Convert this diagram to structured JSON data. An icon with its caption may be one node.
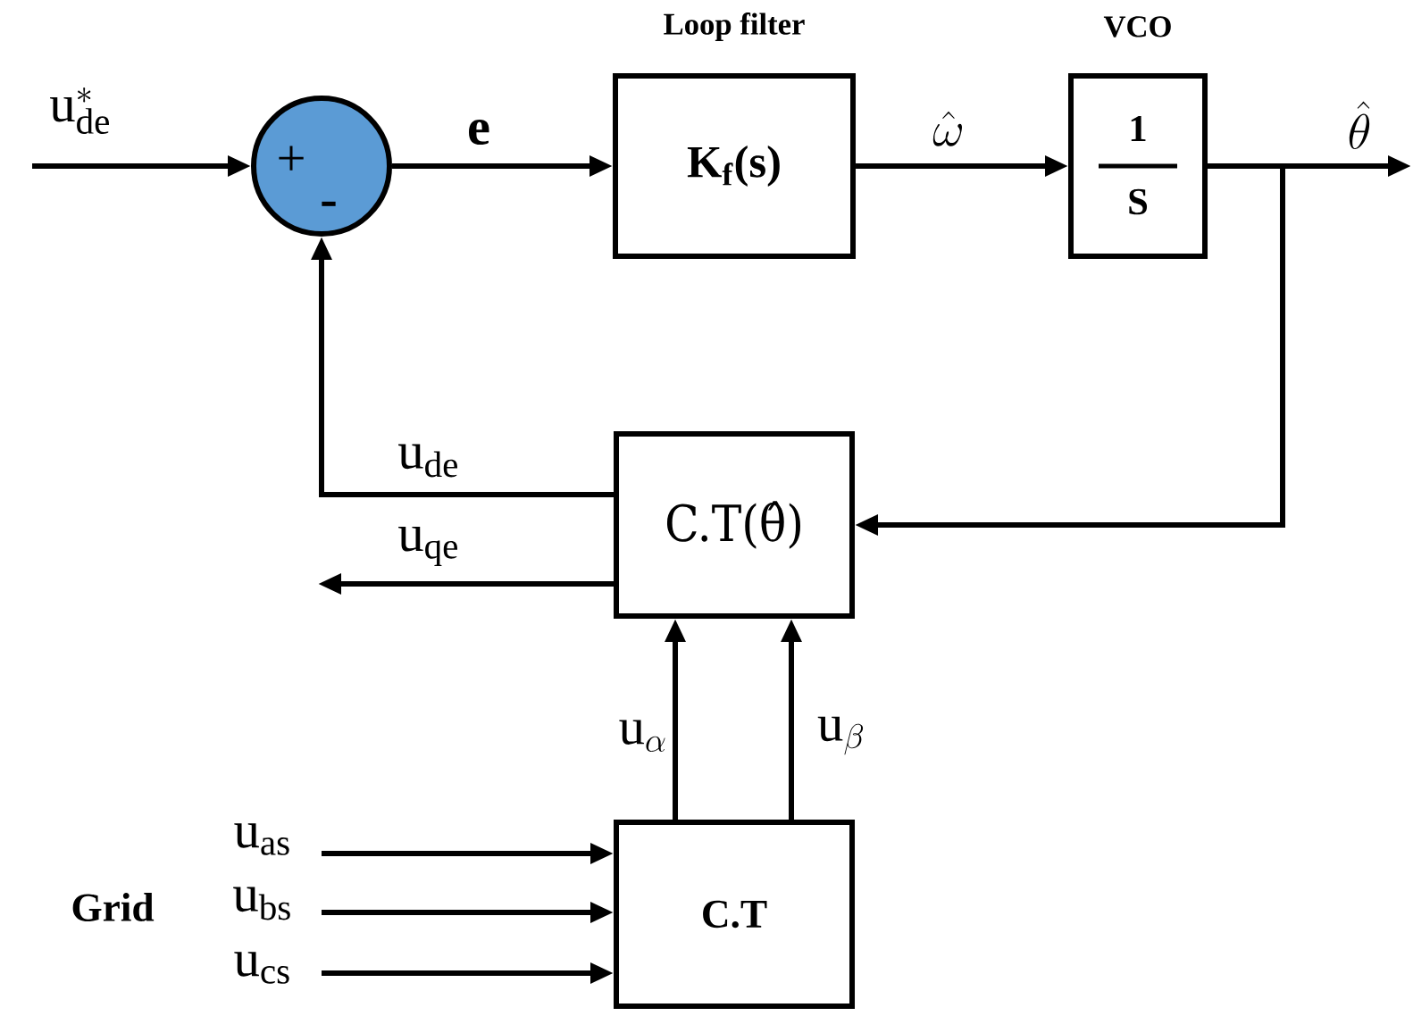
{
  "diagram": {
    "nodes": [
      {
        "text": [
          "+",
          "-"
        ]
      },
      {
        "text": [
          "Loop filter",
          "K$_{f}$(s)"
        ]
      },
      {
        "text": [
          "VCO",
          "1",
          "S"
        ]
      },
      {
        "text": [
          "C.T(θ̂)"
        ]
      },
      {
        "text": [
          "C.T"
        ]
      }
    ],
    "edges": [
      {
        "from": null,
        "to": 0,
        "arrow": "to",
        "label": "\\mathrm{u}^{*}_{\\mathrm{de}}"
      },
      {
        "from": 0,
        "to": 1,
        "arrow": "to",
        "label": "\\mathbf{e}"
      },
      {
        "from": 1,
        "to": 2,
        "arrow": "to",
        "label": "\\hat{\\omega}"
      },
      {
        "from": 2,
        "to": null,
        "arrow": "to",
        "label": "\\hat{\\theta}"
      },
      {
        "from": 2,
        "to": 3,
        "arrow": "to"
      },
      {
        "from": 3,
        "to": 0,
        "arrow": "to",
        "label": "\\mathrm{u}_{\\mathrm{de}}"
      },
      {
        "from": 3,
        "to": null,
        "arrow": "to",
        "label": "\\mathrm{u}_{\\mathrm{qe}}"
      },
      {
        "from": 4,
        "to": 3,
        "arrow": "to",
        "label": "\\mathrm{u}_{\\alpha}"
      },
      {
        "from": 4,
        "to": 3,
        "arrow": "to",
        "label": "\\mathrm{u}_{\\beta}"
      },
      {
        "from": null,
        "to": 4,
        "arrow": "to",
        "label": "\\mathrm{u}_{\\mathrm{as}}"
      },
      {
        "from": null,
        "to": 4,
        "arrow": "to",
        "label": "\\mathrm{u}_{\\mathrm{bs}}"
      },
      {
        "from": null,
        "to": 4,
        "arrow": "to",
        "label": "\\mathrm{u}_{\\mathrm{cs}}"
      }
    ],
    "labels": [
      "Grid"
    ]
  }
}
